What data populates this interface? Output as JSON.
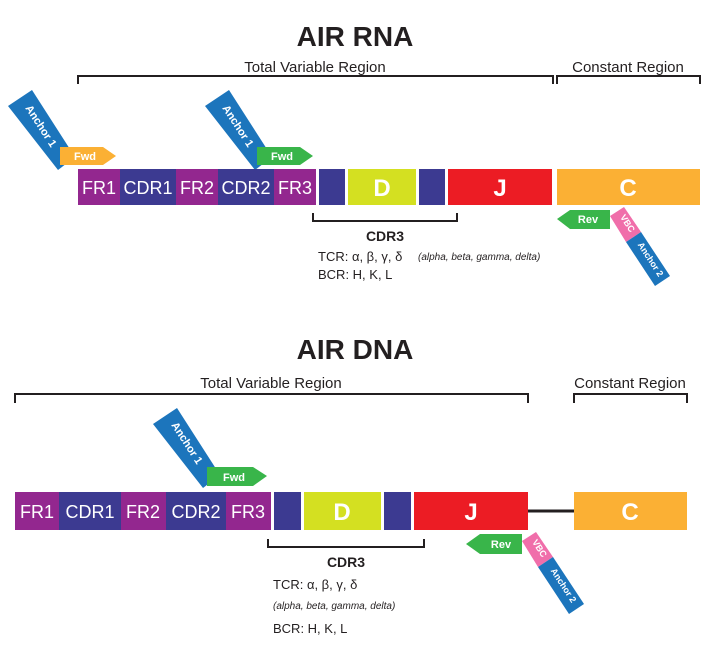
{
  "rna": {
    "title": "AIR RNA",
    "total_variable_label": "Total Variable Region",
    "constant_label": "Constant Region",
    "segments": {
      "fr1": "FR1",
      "cdr1": "CDR1",
      "fr2": "FR2",
      "cdr2": "CDR2",
      "fr3": "FR3",
      "d": "D",
      "j": "J",
      "c": "C"
    },
    "cdr3_label": "CDR3",
    "tcr_line": "TCR: α, β, γ, δ",
    "tcr_italic": "(alpha, beta, gamma, delta)",
    "bcr_line": "BCR: H, K, L",
    "anchor1_a": "Anchor 1",
    "fwd_a": "Fwd",
    "anchor1_b": "Anchor 1",
    "fwd_b": "Fwd",
    "rev": "Rev",
    "vbc": "VBC",
    "anchor2": "Anchor 2"
  },
  "dna": {
    "title": "AIR DNA",
    "total_variable_label": "Total Variable Region",
    "constant_label": "Constant Region",
    "segments": {
      "fr1": "FR1",
      "cdr1": "CDR1",
      "fr2": "FR2",
      "cdr2": "CDR2",
      "fr3": "FR3",
      "d": "D",
      "j": "J",
      "c": "C"
    },
    "cdr3_label": "CDR3",
    "tcr_line": "TCR: α, β, γ, δ",
    "tcr_italic": "(alpha, beta, gamma, delta)",
    "bcr_line": "BCR: H, K, L",
    "anchor1": "Anchor 1",
    "fwd": "Fwd",
    "rev": "Rev",
    "vbc": "VBC",
    "anchor2": "Anchor 2"
  },
  "colors": {
    "purple": "#93278f",
    "navy": "#3c3a91",
    "lime": "#d4e021",
    "red": "#ec1c24",
    "orange": "#fbb034",
    "anchor_blue": "#1c75bc",
    "fwd_orange": "#fbb034",
    "fwd_green": "#39b54a",
    "vbc_pink": "#f06eaa"
  }
}
